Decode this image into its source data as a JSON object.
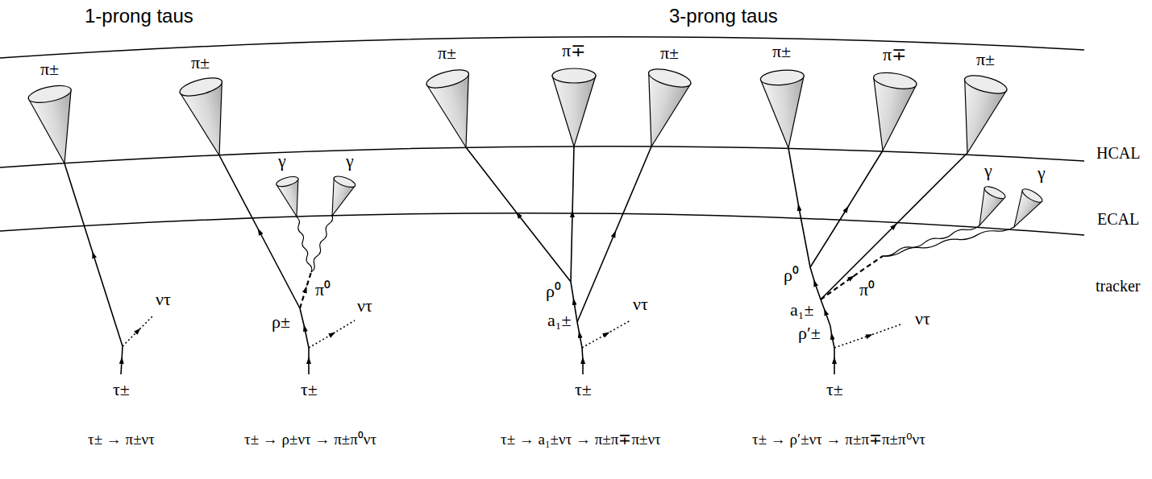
{
  "diagram": {
    "labels": [
      "1-prong taus",
      "3-prong taus",
      "π±",
      "π±",
      "π±",
      "π∓",
      "π±",
      "π±",
      "π∓",
      "π±",
      "HCAL",
      "γ",
      "γ",
      "γ",
      "γ",
      "ECAL",
      "ντ",
      "π⁰",
      "ντ",
      "ρ±",
      "ρ⁰",
      "ντ",
      "a₁±",
      "ρ⁰",
      "a₁±",
      "π⁰",
      "ρ′±",
      "ντ",
      "tracker",
      "τ±",
      "τ±",
      "τ±",
      "τ±",
      "τ± → π±ντ",
      "τ± → ρ±ντ → π±π⁰ντ",
      "τ± → a₁±ντ → π±π∓π±ντ",
      "τ± → ρ′±ντ → π±π∓π±π⁰ντ"
    ]
  }
}
